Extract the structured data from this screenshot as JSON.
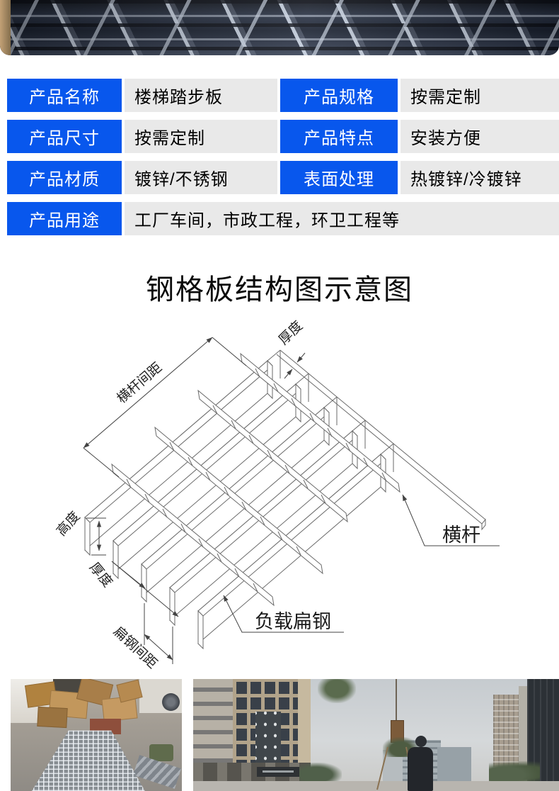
{
  "ui_colors": {
    "label_blue": "#0857ed",
    "value_gray": "#e9e9e9",
    "label_text": "#ffffff",
    "value_text": "#000000"
  },
  "spec_table": {
    "rows": [
      {
        "label": "产品名称",
        "value": "楼梯踏步板"
      },
      {
        "label": "产品规格",
        "value": "按需定制"
      },
      {
        "label": "产品尺寸",
        "value": "按需定制"
      },
      {
        "label": "产品特点",
        "value": "安装方便"
      },
      {
        "label": "产品材质",
        "value": "镀锌/不锈钢"
      },
      {
        "label": "表面处理",
        "value": "热镀锌/冷镀锌"
      },
      {
        "label": "产品用途",
        "value": "工厂车间，市政工程，环卫工程等"
      }
    ]
  },
  "diagram": {
    "title": "钢格板结构图示意图",
    "labels": {
      "thickness_top": "厚度",
      "crossbar_spacing": "横杆间距",
      "bar_height": "高度",
      "thickness_bottom": "厚度",
      "flatbar_spacing": "扁钢间距",
      "load_flat_bar": "负载扁钢",
      "cross_bar": "横杆"
    }
  }
}
